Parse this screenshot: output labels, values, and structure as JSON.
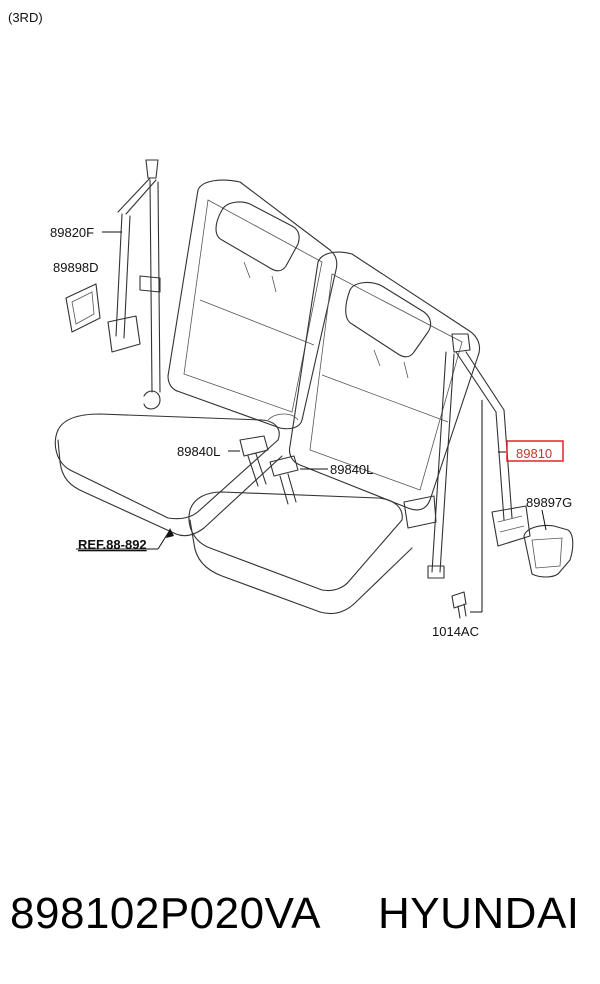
{
  "corner_label": "(3RD)",
  "callouts": {
    "belt_left_assy": "89820F",
    "cover_left": "89898D",
    "buckle_a": "89840L",
    "buckle_b": "89840L",
    "belt_right_assy": "89810",
    "cover_right": "89897G",
    "bolt": "1014AC",
    "reference": "REF.88-892"
  },
  "highlight_color": "#e0262b",
  "footer": {
    "part_number": "898102P020VA",
    "brand": "HYUNDAI"
  }
}
